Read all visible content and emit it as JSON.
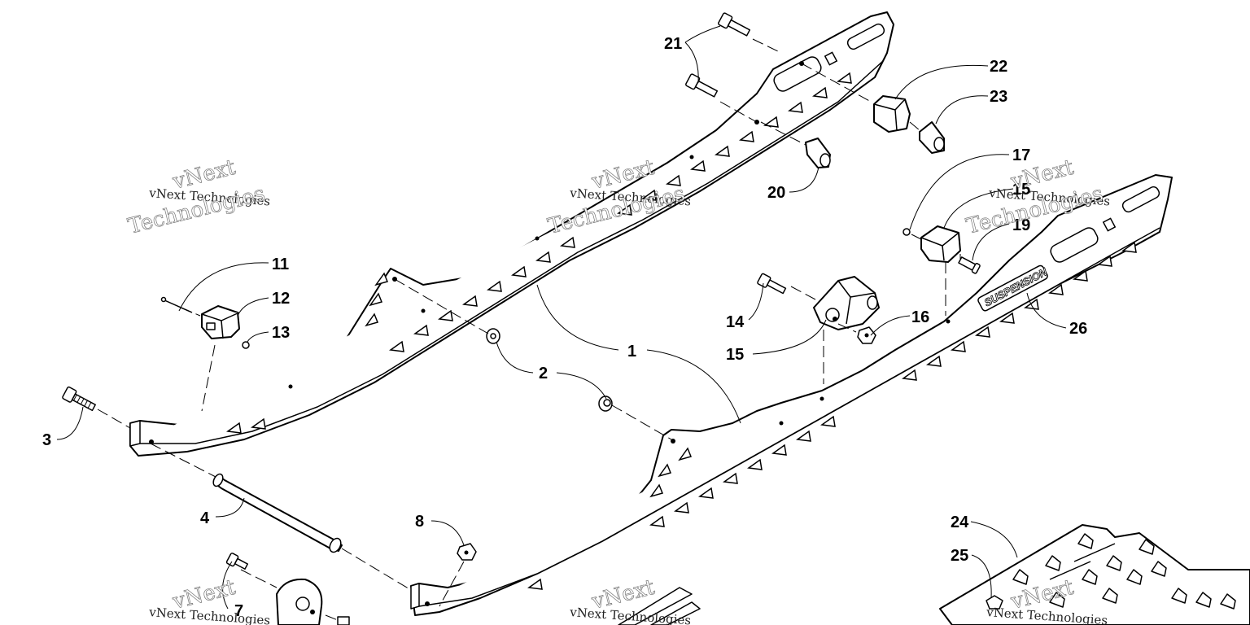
{
  "callouts": {
    "c1": "1",
    "c2": "2",
    "c3": "3",
    "c4": "4",
    "c7": "7",
    "c8": "8",
    "c11": "11",
    "c12": "12",
    "c13": "13",
    "c14": "14",
    "c15a": "15",
    "c15b": "15",
    "c16": "16",
    "c17": "17",
    "c19": "19",
    "c20": "20",
    "c21": "21",
    "c22": "22",
    "c23": "23",
    "c24": "24",
    "c25": "25",
    "c26": "26"
  },
  "watermark": {
    "brand": "vNext",
    "company_line": "vNext Technologies",
    "word": "Technologies"
  },
  "rail_logo": "SUSPENSION"
}
